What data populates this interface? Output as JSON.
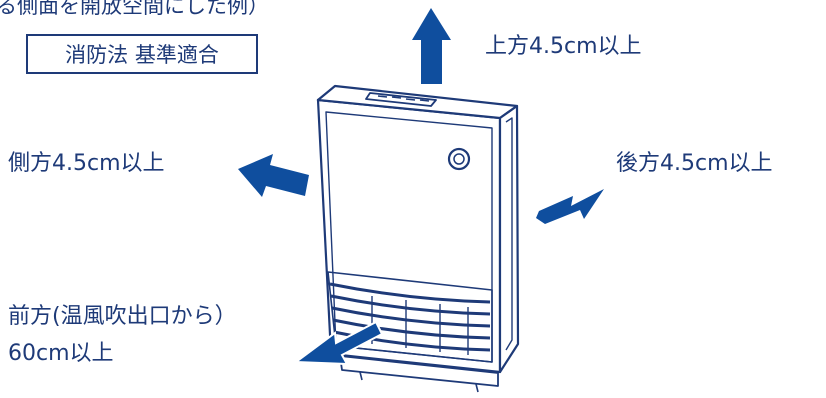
{
  "caption": "る側面を開放空間にした例）",
  "badge": "消防法 基準適合",
  "labels": {
    "top": "上方4.5cm以上",
    "side": "側方4.5cm以上",
    "back": "後方4.5cm以上",
    "front_line1": "前方(温風吹出口から）",
    "front_line2": "60cm以上"
  },
  "colors": {
    "primary": "#1e3a78",
    "arrow": "#0f4e9e",
    "background": "#ffffff"
  }
}
